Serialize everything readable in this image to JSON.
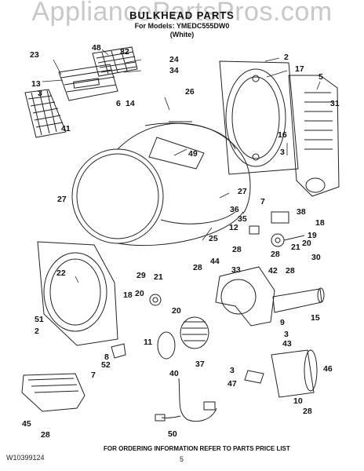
{
  "watermark": "AppliancePartsPros.com",
  "header": {
    "title": "BULKHEAD PARTS",
    "model_line": "For Models: YMEDC555DW0",
    "color_line": "(White)"
  },
  "callouts": [
    "48",
    "32",
    "24",
    "34",
    "23",
    "13",
    "3",
    "6",
    "14",
    "41",
    "26",
    "2",
    "17",
    "5",
    "31",
    "16",
    "3",
    "49",
    "27",
    "27",
    "7",
    "38",
    "36",
    "35",
    "18",
    "12",
    "19",
    "25",
    "28",
    "28",
    "20",
    "21",
    "30",
    "44",
    "33",
    "42",
    "28",
    "22",
    "29",
    "21",
    "18",
    "20",
    "20",
    "28",
    "15",
    "51",
    "2",
    "9",
    "11",
    "3",
    "43",
    "8",
    "52",
    "7",
    "37",
    "40",
    "3",
    "46",
    "47",
    "10",
    "45",
    "28",
    "28",
    "50"
  ],
  "footer": {
    "doc_number": "W10399124",
    "ordering_note": "FOR ORDERING INFORMATION REFER TO PARTS PRICE LIST",
    "page": "5"
  }
}
